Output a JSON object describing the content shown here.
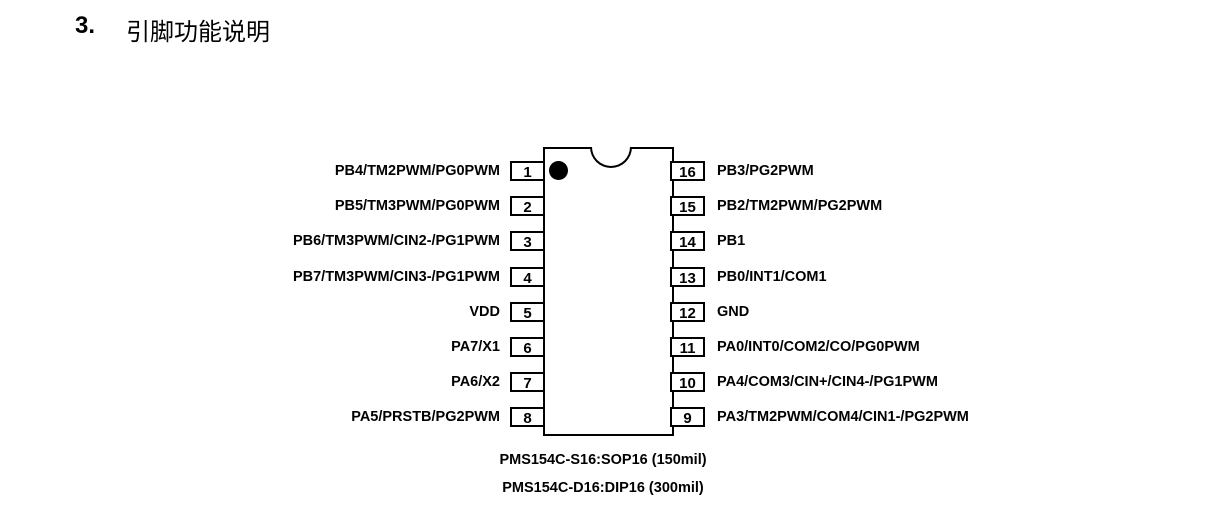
{
  "heading": {
    "number": "3.",
    "text": "引脚功能说明"
  },
  "left_pins": [
    {
      "num": "1",
      "label": "PB4/TM2PWM/PG0PWM"
    },
    {
      "num": "2",
      "label": "PB5/TM3PWM/PG0PWM"
    },
    {
      "num": "3",
      "label": "PB6/TM3PWM/CIN2-/PG1PWM"
    },
    {
      "num": "4",
      "label": "PB7/TM3PWM/CIN3-/PG1PWM"
    },
    {
      "num": "5",
      "label": "VDD"
    },
    {
      "num": "6",
      "label": "PA7/X1"
    },
    {
      "num": "7",
      "label": "PA6/X2"
    },
    {
      "num": "8",
      "label": "PA5/PRSTB/PG2PWM"
    }
  ],
  "right_pins": [
    {
      "num": "16",
      "label": "PB3/PG2PWM"
    },
    {
      "num": "15",
      "label": "PB2/TM2PWM/PG2PWM"
    },
    {
      "num": "14",
      "label": "PB1"
    },
    {
      "num": "13",
      "label": "PB0/INT1/COM1"
    },
    {
      "num": "12",
      "label": "GND"
    },
    {
      "num": "11",
      "label": "PA0/INT0/COM2/CO/PG0PWM"
    },
    {
      "num": "10",
      "label": "PA4/COM3/CIN+/CIN4-/PG1PWM"
    },
    {
      "num": "9",
      "label": "PA3/TM2PWM/COM4/CIN1-/PG2PWM"
    }
  ],
  "captions": [
    "PMS154C-S16:SOP16 (150mil)",
    "PMS154C-D16:DIP16 (300mil)"
  ]
}
